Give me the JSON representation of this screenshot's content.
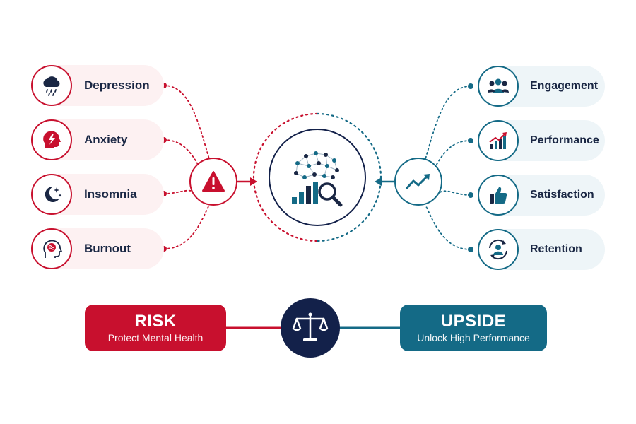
{
  "risk_items": [
    {
      "label": "Depression",
      "icon": "rain-cloud-icon"
    },
    {
      "label": "Anxiety",
      "icon": "head-lightning-icon"
    },
    {
      "label": "Insomnia",
      "icon": "moon-stars-icon"
    },
    {
      "label": "Burnout",
      "icon": "head-scribble-icon"
    }
  ],
  "upside_items": [
    {
      "label": "Engagement",
      "icon": "team-icon"
    },
    {
      "label": "Performance",
      "icon": "growth-chart-icon"
    },
    {
      "label": "Satisfaction",
      "icon": "thumbs-up-icon"
    },
    {
      "label": "Retention",
      "icon": "person-cycle-icon"
    }
  ],
  "hubs": {
    "risk_icon": "warning-icon",
    "upside_icon": "trend-up-icon",
    "center_icon": "brain-analytics-icon"
  },
  "risk_badge": {
    "title": "RISK",
    "subtitle": "Protect Mental Health"
  },
  "upside_badge": {
    "title": "UPSIDE",
    "subtitle": "Unlock High Performance"
  },
  "balance_icon": "scale-icon",
  "colors": {
    "risk": "#c8102e",
    "upside": "#146a86",
    "navy": "#13214a",
    "text": "#1a2744"
  }
}
